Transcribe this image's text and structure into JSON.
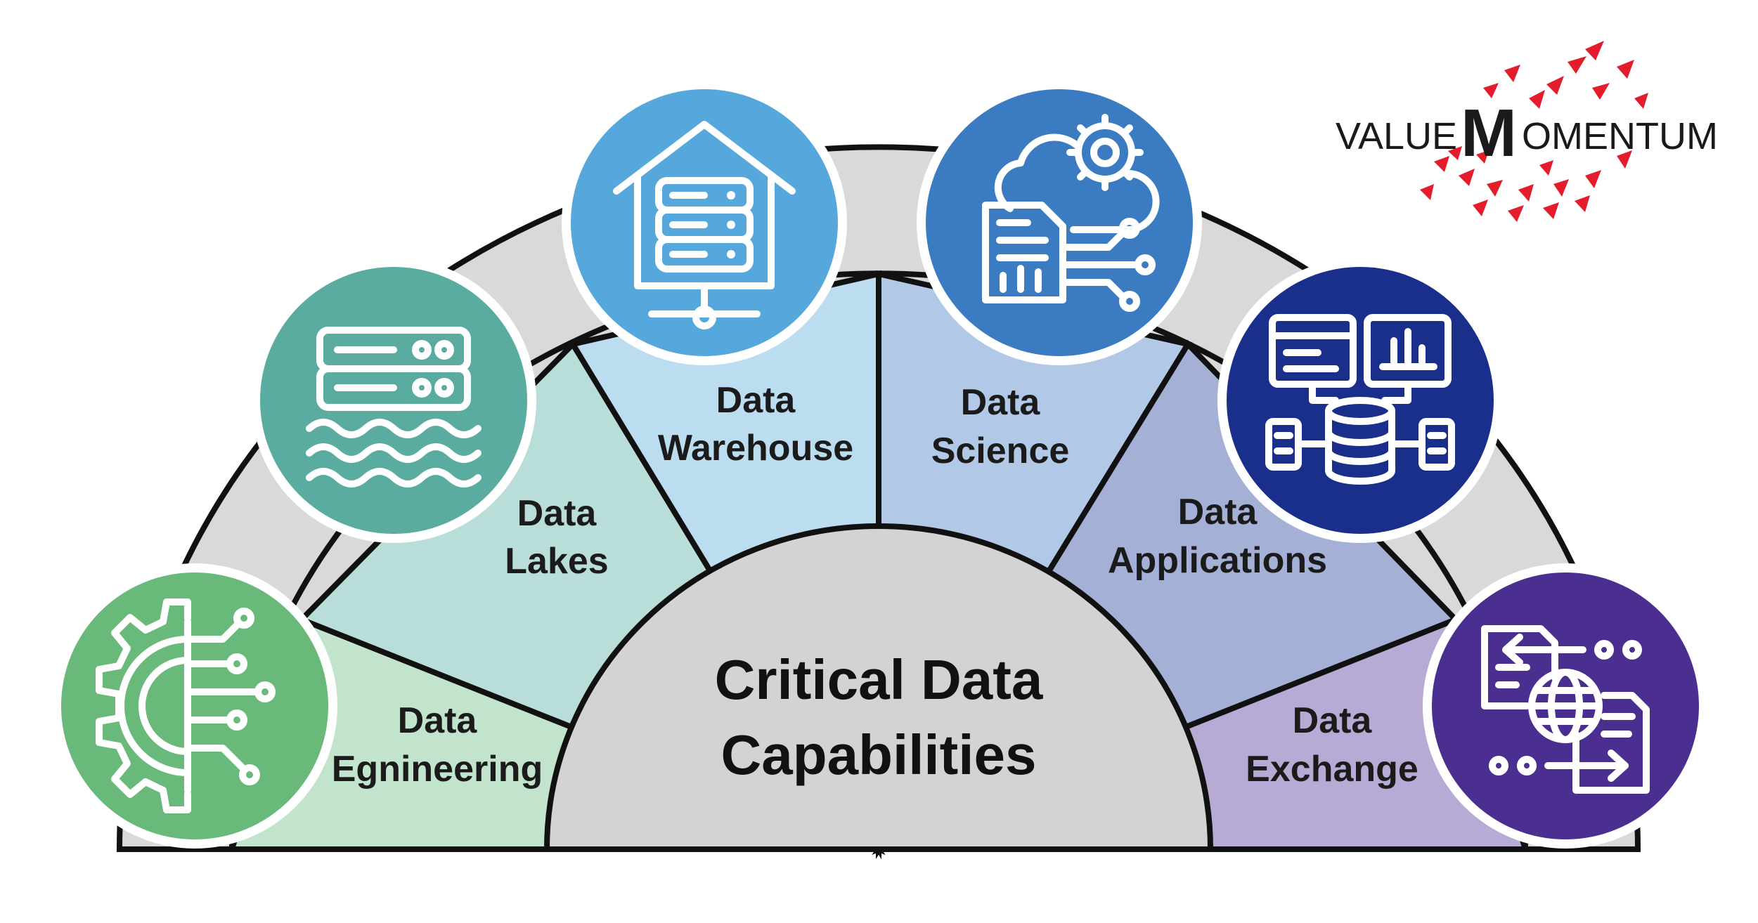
{
  "center": {
    "line1": "Critical Data",
    "line2": "Capabilities"
  },
  "segments": [
    {
      "line1": "Data",
      "line2": "Egnineering",
      "fill": "#c3e4cc",
      "circle": "#69b97b",
      "icon": "gear-circuit-icon"
    },
    {
      "line1": "Data",
      "line2": "Lakes",
      "fill": "#b9ddd8",
      "circle": "#5aaba0",
      "icon": "server-water-icon"
    },
    {
      "line1": "Data",
      "line2": "Warehouse",
      "fill": "#bcdcf0",
      "circle": "#56a8dc",
      "icon": "house-database-icon"
    },
    {
      "line1": "Data",
      "line2": "Science",
      "fill": "#b1c9e6",
      "circle": "#3a7bc2",
      "icon": "cloud-gear-analytics-icon"
    },
    {
      "line1": "Data",
      "line2": "Applications",
      "fill": "#a5b0d6",
      "circle": "#1a2e8c",
      "icon": "dashboard-database-icon"
    },
    {
      "line1": "Data",
      "line2": "Exchange",
      "fill": "#b7abd5",
      "circle": "#4a2e90",
      "icon": "globe-exchange-icon"
    }
  ],
  "colors": {
    "rim": "#d9d9d9",
    "hub": "#d3d3d3",
    "outline": "#111111",
    "logo_accent": "#e31d2b"
  },
  "logo": {
    "part1": "VALUE",
    "big": "M",
    "part2": "OMENTUM"
  }
}
